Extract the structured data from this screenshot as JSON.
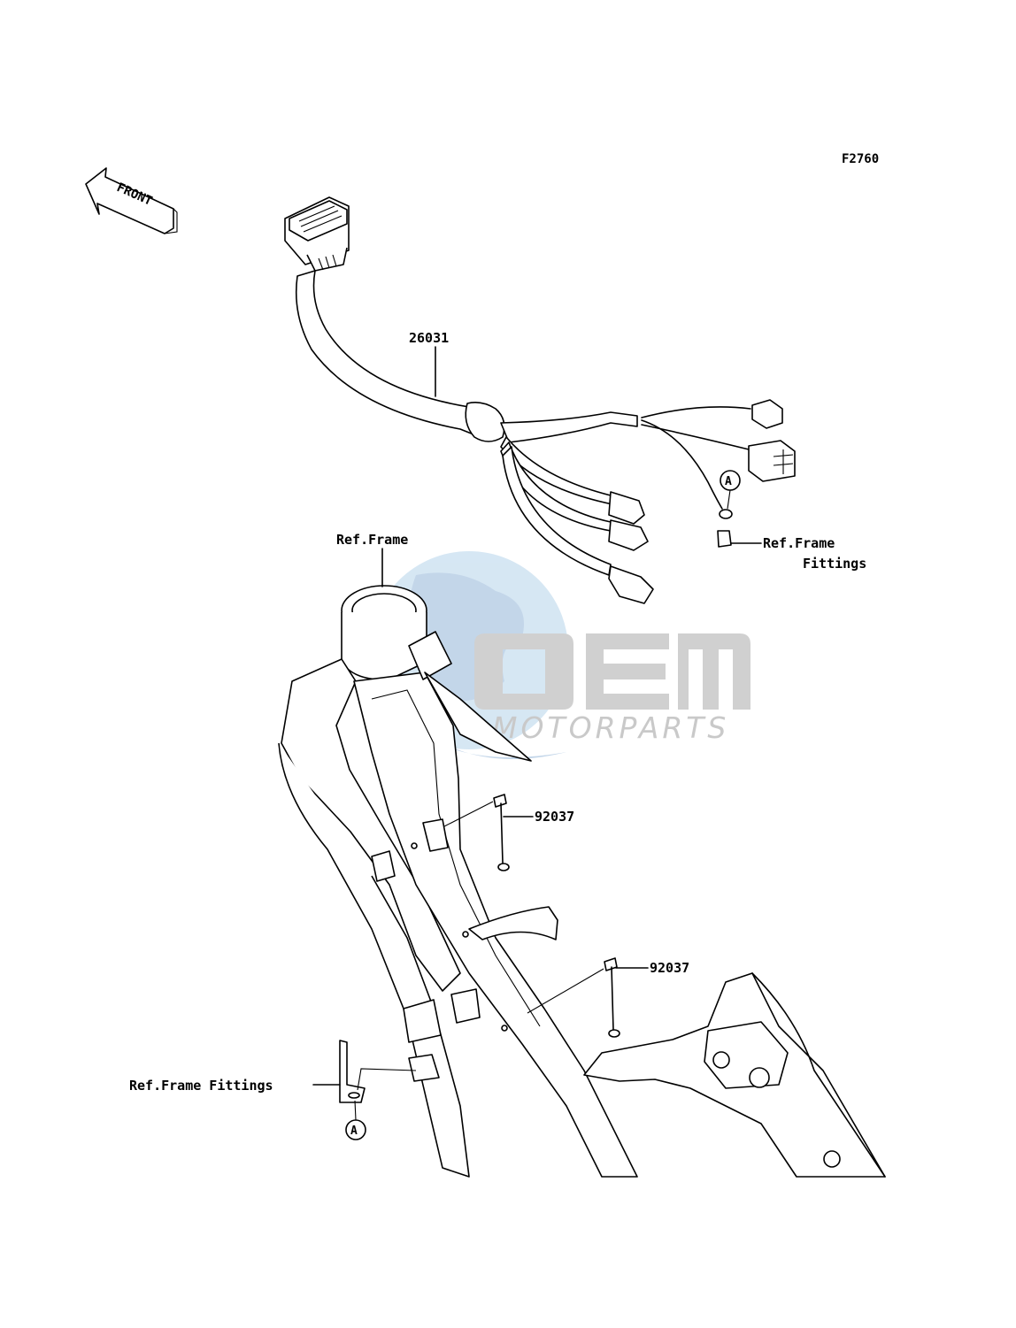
{
  "diagram": {
    "code": "F2760",
    "front_label": "FRONT",
    "parts": {
      "harness": "26031",
      "band_upper": "92037",
      "band_lower": "92037"
    },
    "refs": {
      "frame_label": "Ref.Frame",
      "fittings_top_line1": "Ref.Frame",
      "fittings_top_line2": "Fittings",
      "fittings_bottom": "Ref.Frame Fittings",
      "mark_a": "A"
    },
    "watermark": {
      "brand": "OEM",
      "subtitle": "MOTORPARTS",
      "colors": {
        "globe": "#cfe3f2",
        "globe_dark": "#b9cfe6",
        "letters": "#c8c8c8"
      }
    }
  }
}
